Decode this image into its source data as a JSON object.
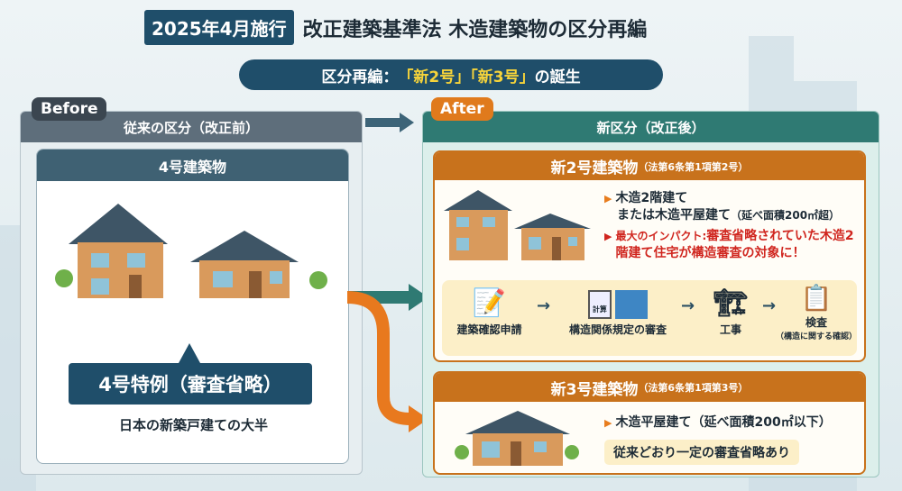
{
  "title": {
    "tag": "2025年4月施行",
    "main": "改正建築基準法 木造建築物の区分再編"
  },
  "subtitle": {
    "prefix": "区分再編：",
    "highlight": "「新2号」「新3号」",
    "suffix": "の誕生"
  },
  "before": {
    "badge": "Before",
    "header": "従来の区分（改正前）",
    "card_title": "4号建築物",
    "callout": "4号特例（審査省略）",
    "note": "日本の新築戸建ての大半"
  },
  "after": {
    "badge": "After",
    "header": "新区分（改正後）",
    "new2": {
      "title": "新2号建築物",
      "law": "（法第6条第1項第2号）",
      "line1": "木造2階建て",
      "line2": "または木造平屋建て",
      "line2_note": "（延べ面積200㎡超）",
      "impact_label": "最大のインパクト:",
      "impact": "審査省略されていた木造2階建て住宅が構造審査の対象に！",
      "steps": [
        {
          "label": "建築確認申請",
          "icon": "document-pen-icon"
        },
        {
          "label": "構造関係規定の審査",
          "icon": "calc-blueprint-icon",
          "icon_text": "計算"
        },
        {
          "label": "工事",
          "icon": "construction-crane-icon"
        },
        {
          "label": "検査",
          "sub": "（構造に関する確認）",
          "icon": "clipboard-check-icon"
        }
      ]
    },
    "new3": {
      "title": "新3号建築物",
      "law": "（法第6条第1項第3号）",
      "line1": "木造平屋建て（延べ面積200㎡以下）",
      "note": "従来どおり一定の審査省略あり"
    }
  },
  "colors": {
    "navy": "#1f4e6a",
    "orange": "#c8721c",
    "teal": "#2f7a73",
    "yellow": "#f7d43a",
    "red": "#d0261f"
  }
}
